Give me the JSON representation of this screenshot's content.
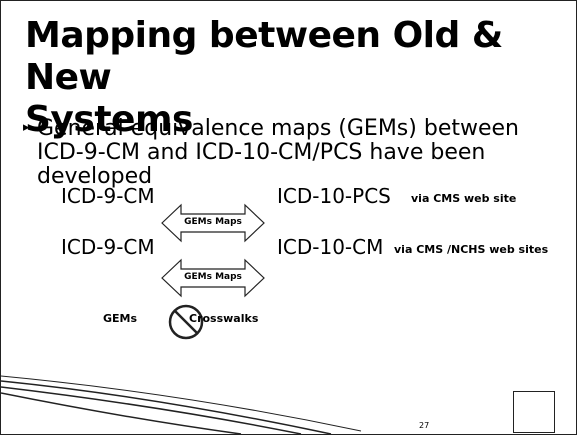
{
  "slide": {
    "title_line1": "Mapping between Old & New",
    "title_line2": "Systems",
    "bullet": "General equivalence maps (GEMs) between ICD-9-CM and ICD-10-CM/PCS have been developed",
    "bullet_marker": "▸",
    "row1": {
      "left_code": "ICD-9-CM",
      "right_code": "ICD-10-PCS",
      "right_note": "via CMS web site"
    },
    "row2": {
      "left_code": "ICD-9-CM",
      "right_code": "ICD-10-CM",
      "right_note": "via CMS /NCHS web sites"
    },
    "arrow1_label": "GEMs Maps",
    "arrow2_label": "GEMs Maps",
    "gems_label": "GEMs",
    "crosswalks_label": "Crosswalks",
    "no_icon": "no-symbol-icon",
    "page_number": "27"
  }
}
